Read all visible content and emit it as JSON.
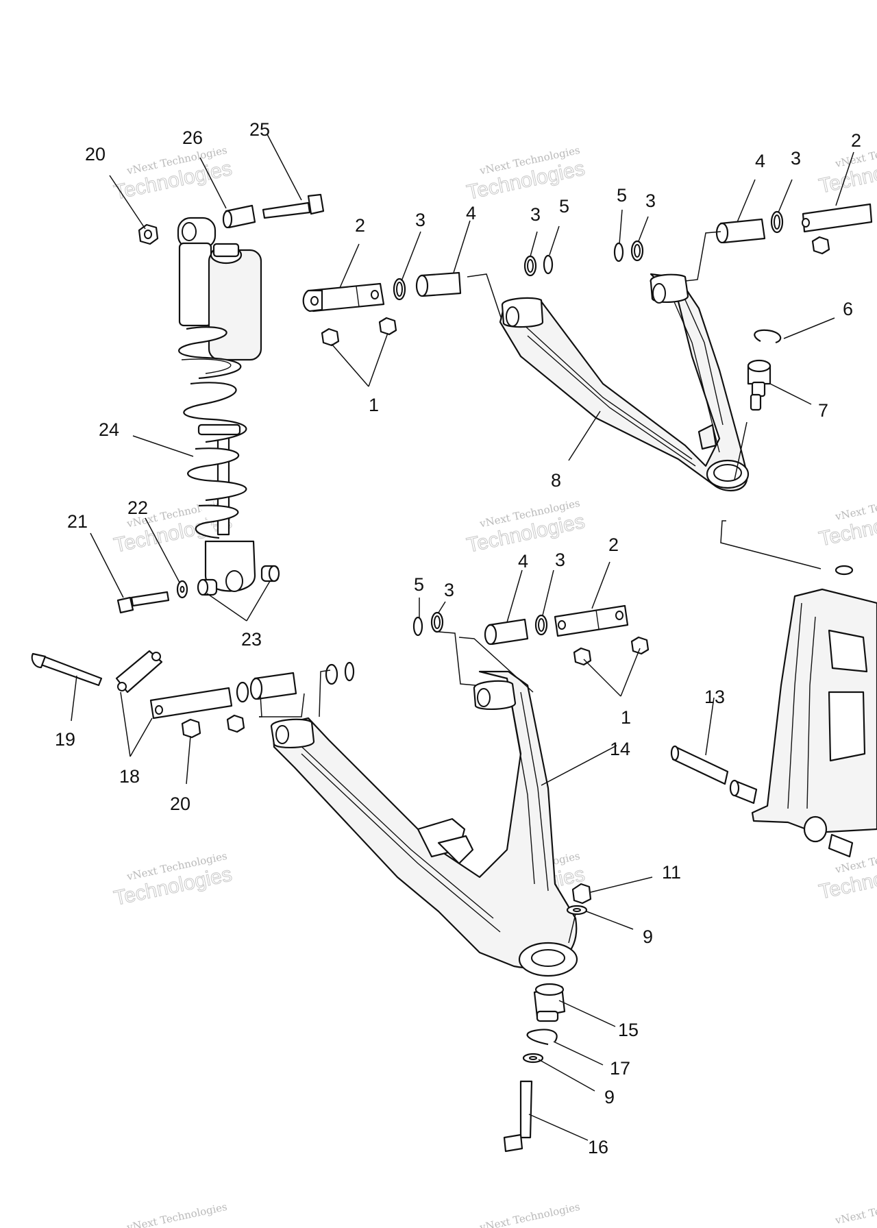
{
  "watermark": {
    "line1": "vNext Technologies",
    "line2": "Technologies"
  },
  "callouts": [
    "20",
    "26",
    "25",
    "2",
    "3",
    "4",
    "3",
    "5",
    "5",
    "3",
    "4",
    "3",
    "2",
    "6",
    "7",
    "1",
    "8",
    "24",
    "22",
    "21",
    "23",
    "5",
    "3",
    "4",
    "3",
    "2",
    "1",
    "19",
    "18",
    "20",
    "13",
    "14",
    "11",
    "9",
    "15",
    "17",
    "9",
    "16"
  ]
}
